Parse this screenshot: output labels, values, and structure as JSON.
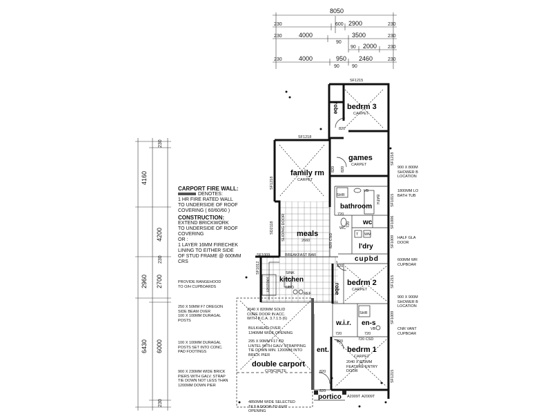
{
  "top_dims": {
    "overall": "8050",
    "row1": [
      "230",
      "600",
      "2900",
      "230"
    ],
    "row2": [
      "230",
      "4000",
      "3500",
      "230"
    ],
    "row2b": [
      "90",
      "90"
    ],
    "row3": [
      "90",
      "2000",
      "230"
    ],
    "row4": [
      "230",
      "4000",
      "950",
      "2460",
      "230"
    ],
    "row4b": [
      "90",
      "90"
    ]
  },
  "left_dims": {
    "outer": [
      "4160",
      "4200",
      "2960",
      "6430"
    ],
    "inner": [
      "230",
      "230",
      "2700",
      "6000",
      "230"
    ]
  },
  "rooms": {
    "bedrm3": {
      "name": "bedrm 3",
      "floor": "CARPET"
    },
    "games": {
      "name": "games",
      "floor": "CARPET"
    },
    "family": {
      "name": "family rm",
      "floor": "CARPET"
    },
    "bathroom": {
      "name": "bathroom"
    },
    "wc": {
      "name": "wc"
    },
    "ldry": {
      "name": "l'dry"
    },
    "cupbd": {
      "name": "cupbd"
    },
    "meals": {
      "name": "meals",
      "floor": "2660"
    },
    "kitchen": {
      "name": "kitchen"
    },
    "bedrm2": {
      "name": "bedrm 2",
      "floor": "CARPET"
    },
    "wir": {
      "name": "w.i.r."
    },
    "ens": {
      "name": "en-s"
    },
    "ent": {
      "name": "ent."
    },
    "bedrm1": {
      "name": "bedrm 1",
      "floor": "CARPET"
    },
    "carport": {
      "name": "double carport",
      "floor": "CONCRETE"
    },
    "portico": {
      "name": "portico"
    },
    "robe_top": {
      "name": "robe"
    },
    "robe_mid": {
      "name": "robe"
    },
    "pantry": {
      "name": "PANTRY"
    }
  },
  "tags": {
    "sf1215_top": "SF1215",
    "sf1218_fam": "SF1218",
    "sf1218_left": "SF1218",
    "sf1218_right": "SF1218",
    "sd2118": "SD2118",
    "sf1009": "SF1009",
    "sf1012": "SF1012",
    "sf1215_r": "SF1215",
    "sf1215_r2": "SF1215",
    "sf1009_r": "SF1009",
    "sf1006_r": "SF1006",
    "sf1015_r": "SF1015",
    "sf1009_r2": "SF1009",
    "a2009t_a": "A2009T",
    "a2009t_b": "A2009T",
    "d820a": "820",
    "d820b": "820",
    "d820c": "820",
    "d820d": "820",
    "d820e": "820",
    "d820f": "820",
    "d820g": "820",
    "d720a": "720",
    "d720b": "720",
    "d720c": "720",
    "d720d": "720",
    "d720e": "720",
    "csd1": "820 CSD",
    "csd2": "720 CSD",
    "sliding_door": "SLIDING DOOR",
    "breakfast_bar": "BREAKFAST BAR",
    "sink": "SINK",
    "ubo": "UBO",
    "ref": "REF",
    "shr1": "SHR",
    "shr2": "SHR",
    "vb1": "VB",
    "vb2": "VB",
    "bath": "BATH",
    "t": "T",
    "wm": "WM",
    "wc_t": "WC"
  },
  "legend": {
    "title": "CARPORT FIRE WALL:",
    "denotes": "DENOTES:",
    "denotes_text": [
      "1 HR FIRE RATED WALL",
      "TO UNDERSIDE OF ROOF",
      "COVERING ( 60/60/60 )"
    ],
    "construction": "CONSTRUCTION:",
    "construction_text": [
      "EXTEND BRICKWORK",
      "TO UNDERSIDE OF ROOF",
      "COVERING"
    ],
    "or": "OR :",
    "or_text": [
      "1 LAYER 16MM FIRECHEK",
      "LINING TO EITHER SIDE",
      "OF STUD FRAME @ 600MM",
      "CRS"
    ]
  },
  "left_notes": {
    "rangehood": [
      "PROVIDE RANGEHOOD",
      "TO O/H CUPBOARDS"
    ],
    "beam": [
      "250 X 50MM F7 OREGON",
      "SIDE BEAM OVER",
      "100 X 100MM DURAGAL",
      "POSTS"
    ],
    "posts": [
      "100 X 100MM DURAGAL",
      "POSTS SET INTO CONC.",
      "PAD FOOTINGS"
    ],
    "piers": [
      "900 X 230MM WIDE BRICK",
      "PIERS WITH GALV. STRAP",
      "TIE DOWN NOT LESS THAN",
      "1200MM DOWN PIER"
    ]
  },
  "mid_notes": {
    "door": [
      "2040 X 820MM SOLID",
      "CORE DOOR IN ACC.",
      "WITH B.C.A. 3.7.1.5 (6)"
    ],
    "bulkhead": [
      "BULKHEAD OVER",
      "1340MM WIDE OPENING"
    ],
    "lintel": [
      "295 X 90MM F17 KD",
      "LINTEL WITH GALV STRAPPING",
      "TIE DOWN MIN. 1200MM INTO",
      "BRICK PIER"
    ],
    "feature": [
      "2040 X 820MM",
      "FEATURE ENTRY",
      "DOOR"
    ],
    "tilt": [
      "4850MM WIDE SELECTED",
      "TILT A DOOR TO SUIT",
      "OPENING"
    ]
  },
  "right_notes": {
    "shower_top": [
      "900 X 800M",
      "SHOWER B",
      "LOCATION"
    ],
    "bath_tub": [
      "1800MM LO",
      "BATH TUB"
    ],
    "half_glass": [
      "HALF GLA",
      "DOOR"
    ],
    "wr_cupboard": [
      "600MM WR",
      "CUPBOAR"
    ],
    "shower_bot": [
      "900 X 900M",
      "SHOWER B",
      "LOCATION"
    ],
    "cnr_vanity": [
      "CNR VANT",
      "CUPBOAR"
    ]
  }
}
